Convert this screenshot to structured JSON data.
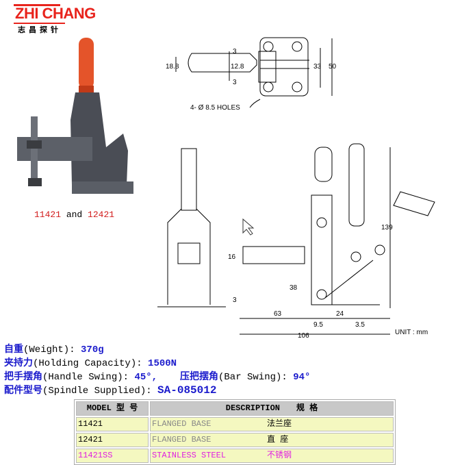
{
  "logo": {
    "brand": "ZHI CHANG",
    "brand_cn": "志昌探针"
  },
  "photo_caption": {
    "model_a": "11421",
    "and": "and",
    "model_b": "12421"
  },
  "drawing_top": {
    "dims": [
      "18.8",
      "12.8",
      "3",
      "3",
      "33",
      "50"
    ],
    "holes_label": "4- Ø 8.5 HOLES"
  },
  "drawing_side": {
    "dims": [
      "16",
      "38",
      "139",
      "63",
      "9.5",
      "24",
      "3.5",
      "106",
      "3"
    ],
    "unit": "UNIT : mm"
  },
  "specs": {
    "weight": {
      "cn": "自重",
      "en": "(Weight):",
      "value": "370g"
    },
    "holding": {
      "cn": "夹持力",
      "en": "(Holding Capacity):",
      "value": "1500N"
    },
    "handle": {
      "cn": "把手摆角",
      "en": "(Handle Swing):",
      "value": "45°,"
    },
    "bar": {
      "cn": "压把摆角",
      "en": "(Bar Swing):",
      "value": "94°"
    },
    "spindle": {
      "cn": "配件型号",
      "en": "(Spindle Supplied):",
      "value": "SA-085012"
    }
  },
  "table": {
    "headers": [
      "MODEL 型 号",
      "DESCRIPTION　　规 格"
    ],
    "rows": [
      {
        "model": "11421",
        "desc": "FLANGED BASE",
        "cn": "法兰座"
      },
      {
        "model": "12421",
        "desc": "FLANGED BASE",
        "cn": "直 座"
      },
      {
        "model": "11421SS",
        "desc": "STAINLESS STEEL",
        "cn": "不锈钢"
      }
    ]
  }
}
